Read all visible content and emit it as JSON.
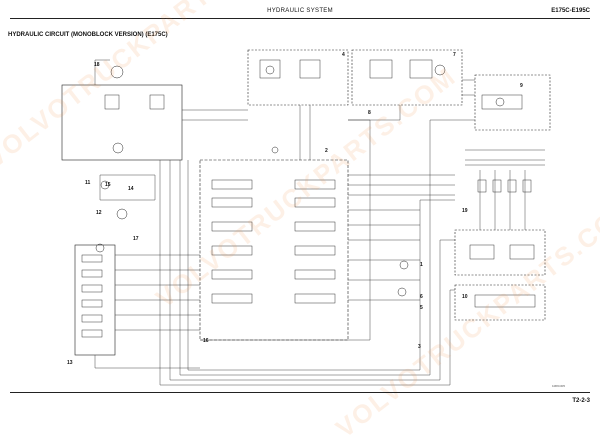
{
  "header": {
    "title": "HYDRAULIC SYSTEM",
    "model": "E175C-E195C"
  },
  "section_title": "HYDRAULIC CIRCUIT (MONOBLOCK VERSION) (E175C)",
  "footer": {
    "page": "T2-2-3",
    "code": "1M8C305"
  },
  "callouts": {
    "c1": "1",
    "c2": "2",
    "c3": "3",
    "c4": "4",
    "c5": "5",
    "c6": "6",
    "c7": "7",
    "c8": "8",
    "c9": "9",
    "c10": "10",
    "c11": "11",
    "c12": "12",
    "c13": "13",
    "c14": "14",
    "c15": "15",
    "c16": "16",
    "c17": "17",
    "c18": "18",
    "c19": "19"
  },
  "watermark": [
    "VOLVOTRUCKPARTS.COM",
    "VOLVOTRUCKPARTS.COM",
    "VOLVOTRUCKPARTS.COM"
  ]
}
